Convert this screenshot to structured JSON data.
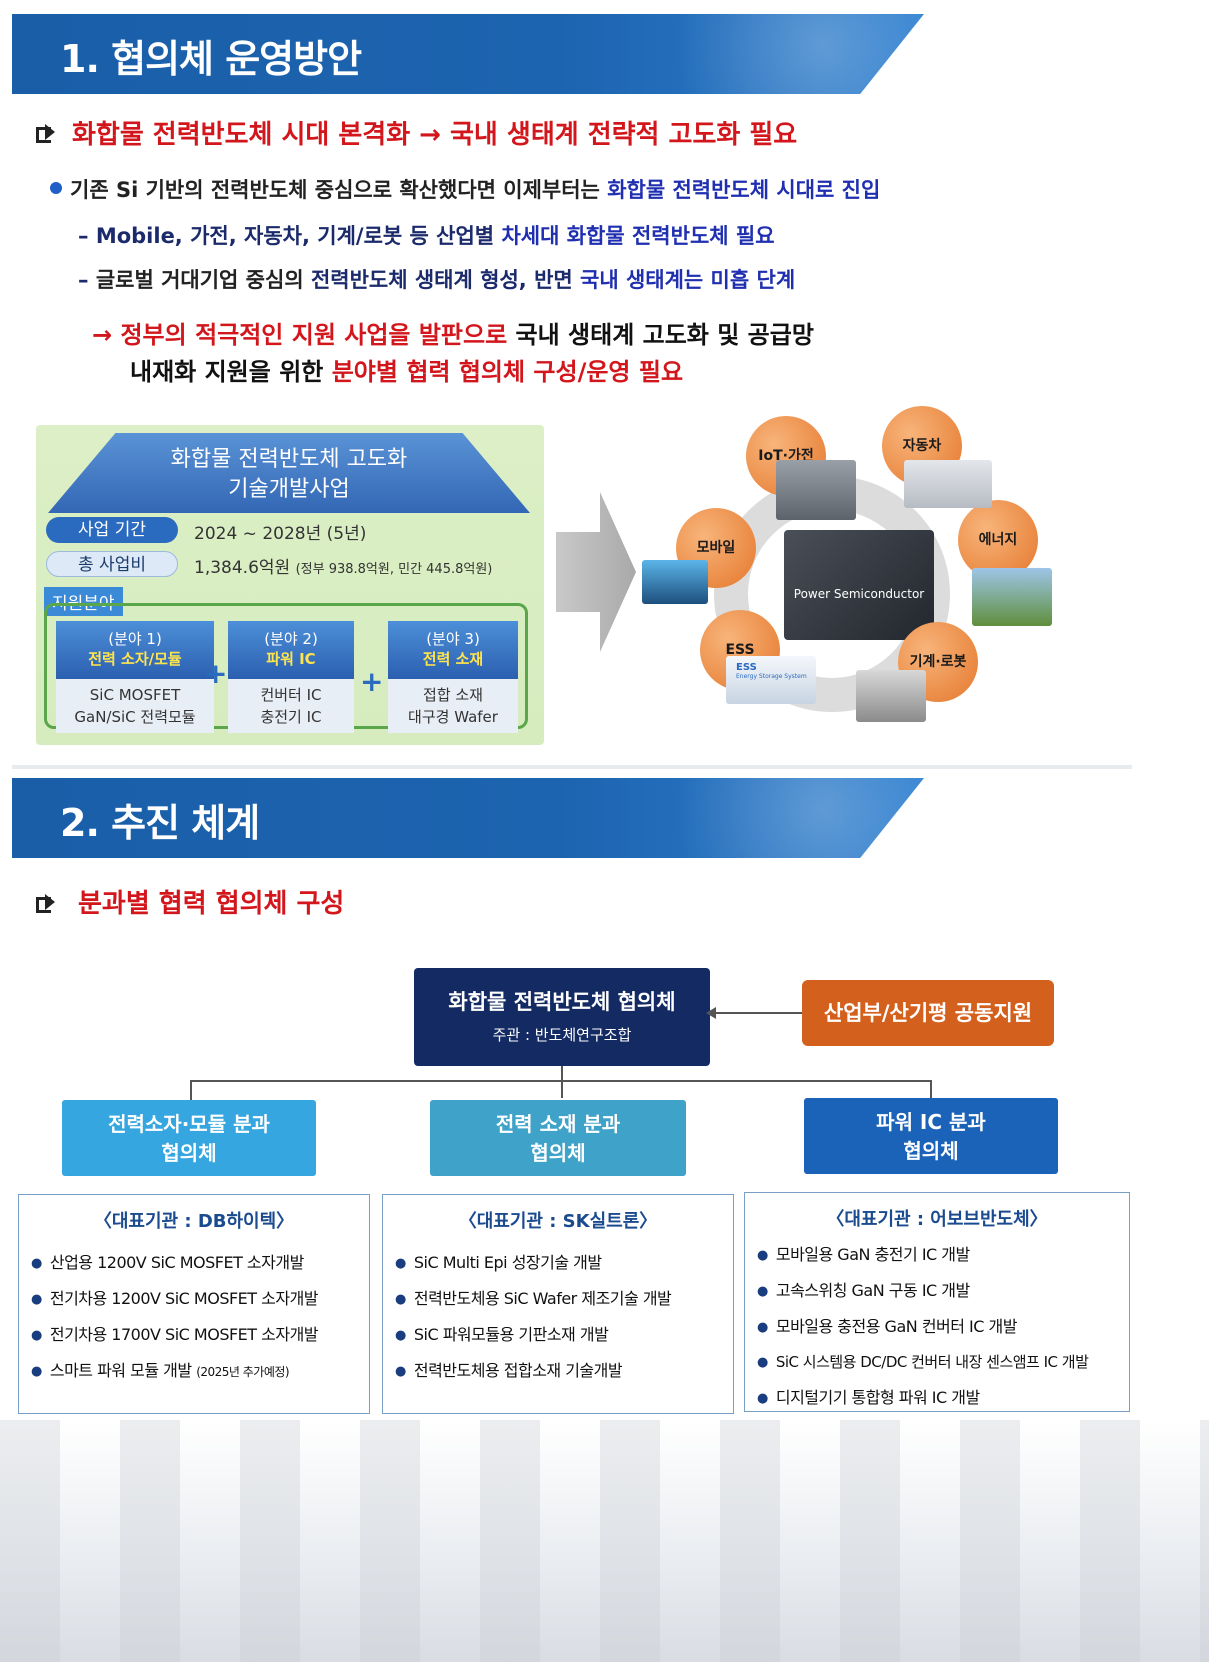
{
  "section1": {
    "title": "1. 협의체 운영방안",
    "headline": "화합물 전력반도체 시대 본격화 → 국내 생태계 전략적 고도화 필요",
    "bullet": {
      "part1": "기존 Si 기반의 전력반도체 중심으로 확산했다면 이제부터는 ",
      "part2": "화합물 전력반도체 시대로 진입"
    },
    "dash1": {
      "part1": "Mobile, 가전, 자동차, 기계/로봇 등 산업별 ",
      "part2": "차세대 화합물 전력반도체 필요"
    },
    "dash2": {
      "part1": "글로벌 거대기업 중심의 ",
      "part2": "전력반도체 생태계 형성, 반면 ",
      "part3": "국내 생태계는 미흡 단계"
    },
    "conclusion": {
      "arrow": "→",
      "part1": "정부의 적극적인 지원 사업을 발판으로",
      "part2": " 국내 생태계 고도화 및 공급망",
      "part3": "내재화 지원을 위한 ",
      "part4": "분야별 협력 협의체 구성/운영 필요"
    },
    "project": {
      "banner_line1": "화합물 전력반도체 고도화",
      "banner_line2": "기술개발사업",
      "period_label": "사업 기간",
      "period_value": "2024 ~ 2028년 (5년)",
      "budget_label": "총 사업비",
      "budget_value": "1,384.6억원",
      "budget_detail": "(정부 938.8억원, 민간 445.8억원)",
      "fields_label": "지원분야",
      "fields": [
        {
          "num": "(분야 1)",
          "name": "전력 소자/모듈",
          "items": [
            "SiC MOSFET",
            "GaN/SiC 전력모듈"
          ]
        },
        {
          "num": "(분야 2)",
          "name": "파워 IC",
          "items": [
            "컨버터 IC",
            "충전기 IC"
          ]
        },
        {
          "num": "(분야 3)",
          "name": "전력 소재",
          "items": [
            "접합 소재",
            "대구경 Wafer"
          ]
        }
      ]
    },
    "cycle": {
      "center": "Power Semiconductor",
      "nodes": [
        "IoT·가전",
        "자동차",
        "에너지",
        "기계·로봇",
        "ESS",
        "모바일"
      ],
      "ess_label": "ESS",
      "ess_sub": "Energy Storage System"
    }
  },
  "section2": {
    "title": "2. 추진 체계",
    "headline": "분과별 협력 협의체 구성",
    "top": {
      "title": "화합물 전력반도체 협의체",
      "sub": "주관 : 반도체연구조합"
    },
    "support": "산업부/산기평 공동지원",
    "groups": [
      {
        "title_line1": "전력소자·모듈 분과",
        "title_line2": "협의체",
        "rep": "〈대표기관 : DB하이텍〉",
        "items": [
          "산업용 1200V SiC MOSFET 소자개발",
          "전기차용 1200V SiC MOSFET 소자개발",
          "전기차용 1700V SiC MOSFET 소자개발",
          "스마트 파워 모듈 개발"
        ],
        "note": "(2025년 추가예정)",
        "color": "#35a6df"
      },
      {
        "title_line1": "전력 소재 분과",
        "title_line2": "협의체",
        "rep": "〈대표기관 : SK실트론〉",
        "items": [
          "SiC Multi Epi 성장기술 개발",
          "전력반도체용 SiC Wafer 제조기술 개발",
          "SiC 파워모듈용 기판소재 개발",
          "전력반도체용 접합소재 기술개발"
        ],
        "color": "#3fa2c9"
      },
      {
        "title_line1": "파워 IC 분과",
        "title_line2": "협의체",
        "rep": "〈대표기관 : 어보브반도체〉",
        "items": [
          "모바일용 GaN 충전기 IC 개발",
          "고속스위칭 GaN 구동 IC 개발",
          "모바일용 충전용 GaN 컨버터 IC 개발",
          "SiC 시스템용 DC/DC 컨버터 내장 센스앰프 IC 개발",
          "디지털기기 통합형 파워 IC 개발"
        ],
        "color": "#1b63b8"
      }
    ]
  },
  "colors": {
    "header_blue": "#1d64b0",
    "accent_red": "#d2161b",
    "text_blue": "#1f2fb0",
    "navy_box": "#132a63",
    "orange_box": "#d3601c"
  }
}
